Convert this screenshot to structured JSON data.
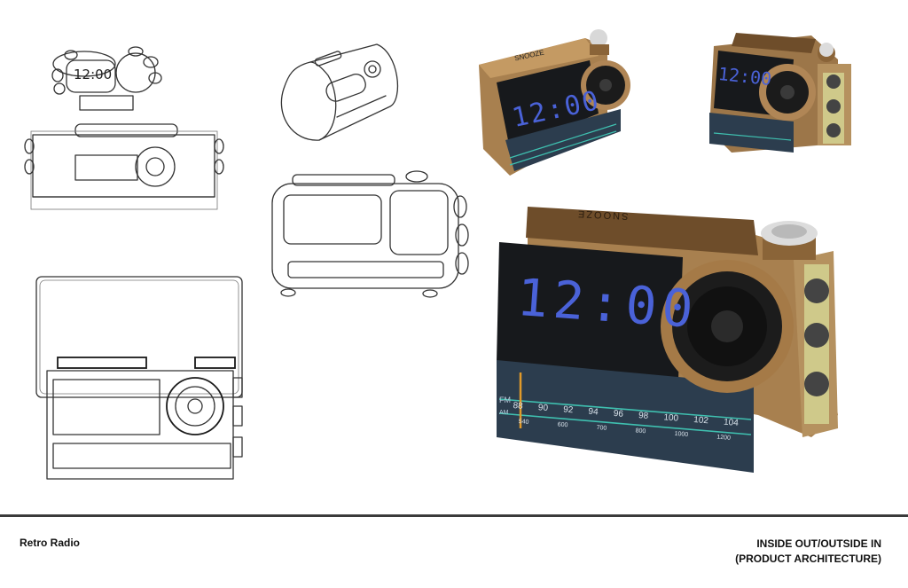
{
  "footer": {
    "left_title": "Retro Radio",
    "right_line1": "INSIDE OUT/OUTSIDE IN",
    "right_line2": "(PRODUCT ARCHITECTURE)"
  },
  "sketches": {
    "clock_digits": "12:00"
  },
  "photos": {
    "snooze_label": "SNOOZE",
    "clock_digits": "12:00",
    "dial_fm_label": "FM",
    "dial_am_label": "AM",
    "dial_fm_numbers": [
      "88",
      "90",
      "92",
      "94",
      "96",
      "98",
      "100",
      "102",
      "104"
    ],
    "dial_am_numbers": [
      "540",
      "600",
      "700",
      "800",
      "1000",
      "1200"
    ]
  },
  "colors": {
    "cardboard": "#a8804f",
    "cardboard_dark": "#6e4d2a",
    "screen": "#17191c",
    "digit_blue": "#4a62d8",
    "dial_blue": "#2c3d4e",
    "dial_line": "#3fc0b0",
    "footer_rule": "#3a3a3a"
  }
}
